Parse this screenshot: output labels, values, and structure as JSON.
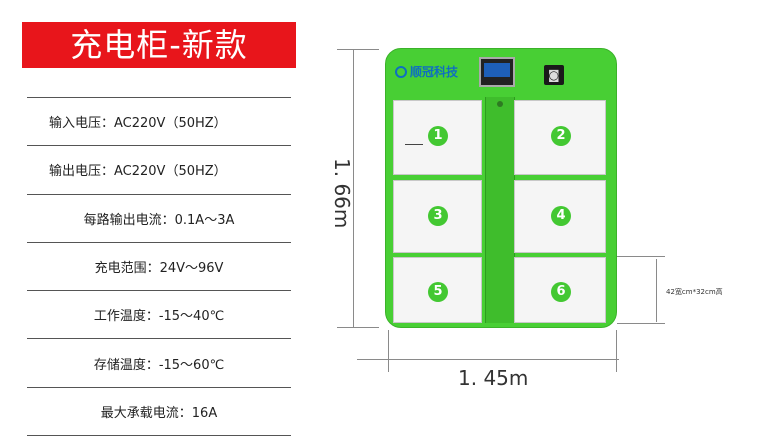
{
  "title": "充电柜-新款",
  "specs": [
    "输入电压：AC220V（50HZ）",
    "输出电压：AC220V（50HZ）",
    "每路输出电流：0.1A～3A",
    "充电范围：24V～96V",
    "工作温度：-15～40℃",
    "存储温度：-15～60℃",
    "最大承载电流：16A"
  ],
  "cabinet": {
    "logo": "顺冠科技",
    "doors": [
      "1",
      "2",
      "3",
      "4",
      "5",
      "6"
    ],
    "height_label": "1. 66m",
    "width_label": "1. 45m",
    "door_size_label": "42宽cm*32cm高",
    "accent_color": "#48cf34"
  }
}
